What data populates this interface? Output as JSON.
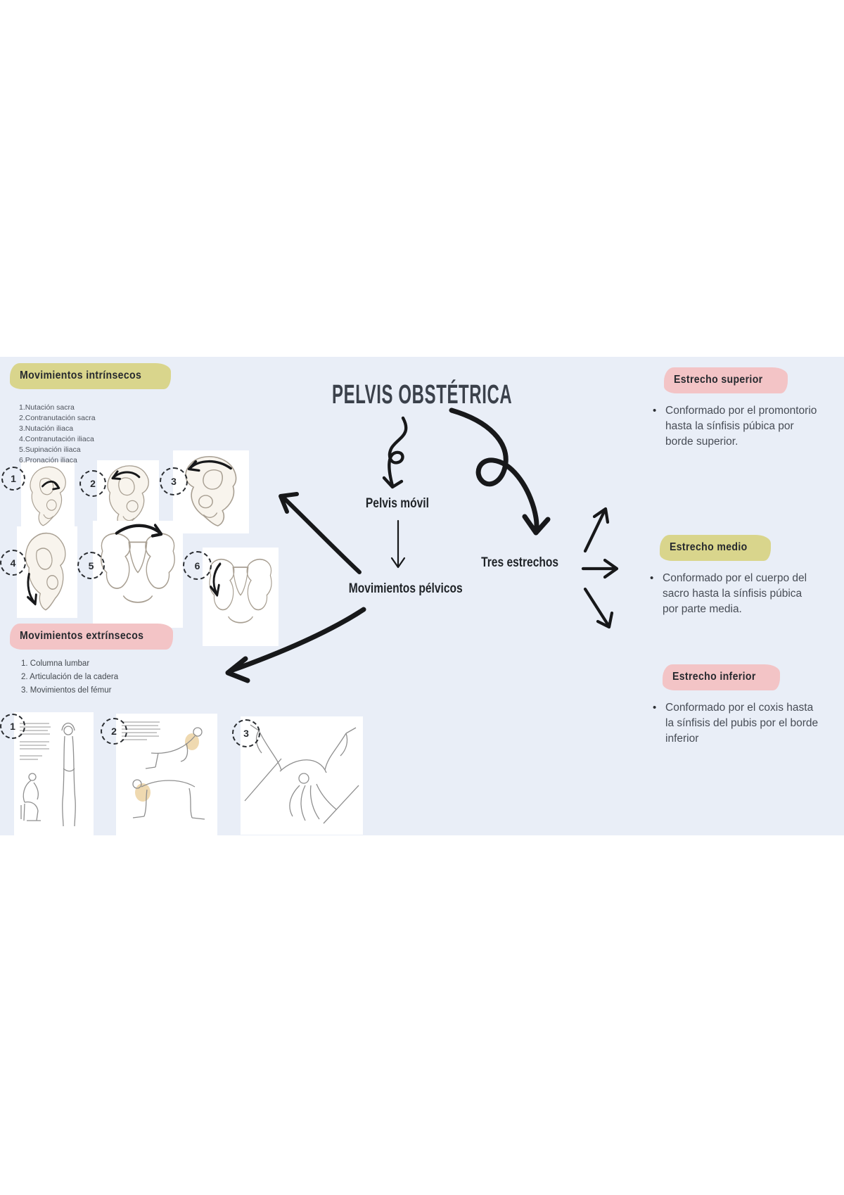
{
  "title": "PELVIS OBSTÉTRICA",
  "colors": {
    "background_blue": "#e9eef7",
    "highlight_yellow": "#d9d58c",
    "highlight_pink": "#f3c4c6",
    "ink_black": "#17181a",
    "title_charcoal": "#3b414b",
    "tan_highlight": "#ecd2a2"
  },
  "glyphs": {
    "bullet": "•"
  },
  "center": {
    "pelvis_movil": "Pelvis móvil",
    "movimientos_pelvicos": "Movimientos pélvicos",
    "tres_estrechos": "Tres estrechos"
  },
  "intrinsecos": {
    "heading": "Movimientos intrínsecos",
    "items": [
      "1.Nutación sacra",
      "2.Contranutación sacra",
      "3.Nutación iliaca",
      "4.Contranutación iliaca",
      "5.Supinación iliaca",
      "6.Pronación iliaca"
    ],
    "figure_numbers": [
      "1",
      "2",
      "3",
      "4",
      "5",
      "6"
    ]
  },
  "extrinsecos": {
    "heading": "Movimientos extrínsecos",
    "items": [
      "1. Columna lumbar",
      "2. Articulación de la cadera",
      "3. Movimientos del fémur"
    ],
    "figure_numbers": [
      "1",
      "2",
      "3"
    ]
  },
  "estrechos": [
    {
      "heading": "Estrecho superior",
      "text": "Conformado por el promontorio hasta la sínfisis púbica por borde superior."
    },
    {
      "heading": "Estrecho medio",
      "text": "Conformado por el cuerpo del sacro hasta la sínfisis púbica  por parte media."
    },
    {
      "heading": "Estrecho inferior",
      "text": "Conformado  por el coxis hasta la sínfisis del pubis por el borde inferior"
    }
  ]
}
